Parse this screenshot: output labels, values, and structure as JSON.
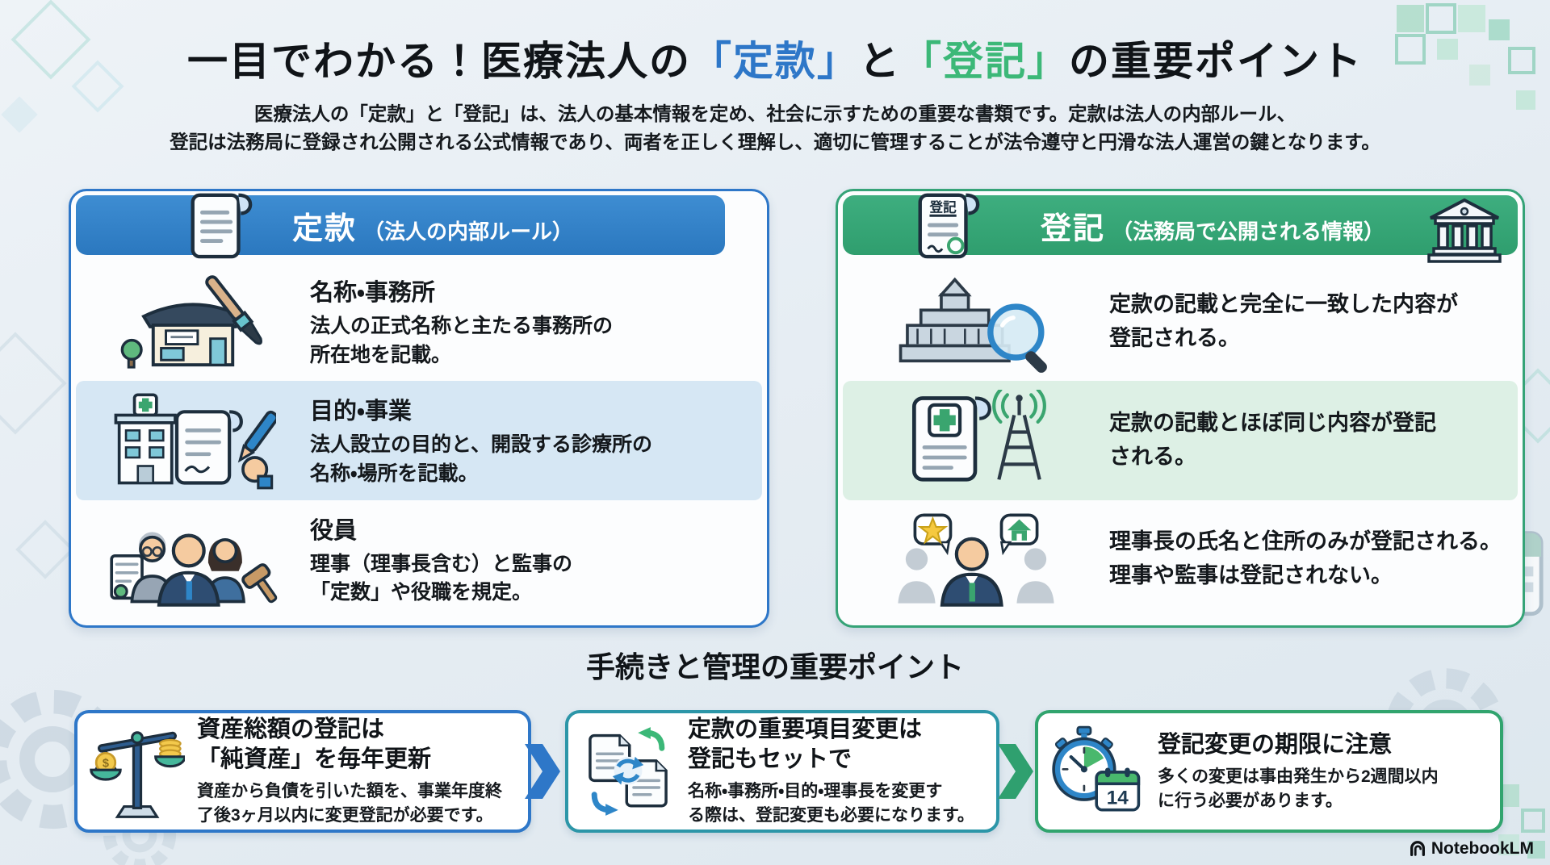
{
  "page": {
    "title": {
      "part1": "一目でわかる！医療法人の",
      "part2": "「定款」",
      "part3": "と",
      "part4": "「登記」",
      "part5": "の重要ポイント"
    },
    "subtitle": {
      "line1": "医療法人の「定款」と「登記」は、法人の基本情報を定め、社会に示すための重要な書類です。定款は法人の内部ルール、",
      "line2": "登記は法務局に登録され公開される公式情報であり、両者を正しく理解し、適切に管理することが法令遵守と円滑な法人運営の鍵となります。"
    }
  },
  "teikan_panel": {
    "header_title": "定款",
    "header_sub": "（法人の内部ルール）",
    "rows": [
      {
        "title": "名称・事務所",
        "body": "法人の正式名称と主たる事務所の\n所在地を記載。",
        "icon": "storefront-brush-icon"
      },
      {
        "title": "目的・事業",
        "body": "法人設立の目的と、開設する診療所の\n名称・場所を記載。",
        "icon": "hospital-writing-icon"
      },
      {
        "title": "役員",
        "body": "理事（理事長含む）と監事の\n「定数」や役職を規定。",
        "icon": "officers-gavel-icon"
      }
    ]
  },
  "touki_panel": {
    "header_title": "登記",
    "header_sub": "（法務局で公開される情報）",
    "scroll_label": "登記",
    "rows": [
      {
        "body": "定款の記載と完全に一致した内容が\n登記される。",
        "icon": "parliament-magnifier-icon"
      },
      {
        "body": "定款の記載とほぼ同じ内容が登記\nされる。",
        "icon": "scroll-antenna-icon"
      },
      {
        "body": "理事長の氏名と住所のみが登記される。\n理事や監事は登記されない。",
        "icon": "chairman-badges-icon"
      }
    ]
  },
  "procedure_section": {
    "title": "手続きと管理の重要ポイント",
    "boxes": [
      {
        "title": "資産総額の登記は\n「純資産」を毎年更新",
        "body": "資産から負債を引いた額を、事業年度終\n了後3ヶ月以内に変更登記が必要です。",
        "coin_symbol": "$",
        "icon": "balance-scale-icon"
      },
      {
        "title": "定款の重要項目変更は\n登記もセットで",
        "body": "名称・事務所・目的・理事長を変更す\nる際は、登記変更も必要になります。",
        "icon": "documents-sync-icon"
      },
      {
        "title": "登記変更の期限に注意",
        "body": "多くの変更は事由発生から2週間以内\nに行う必要があります。",
        "calendar_day": "14",
        "icon": "stopwatch-calendar-icon"
      }
    ]
  },
  "footer": {
    "brand": "NotebookLM"
  },
  "colors": {
    "accent_blue": "#2e77c8",
    "accent_green": "#3cb878",
    "panel_blue_border": "#2e77c8",
    "panel_green_border": "#35a377",
    "header_blue": "#2b78bf",
    "header_green": "#2f9e6e",
    "row_highlight_blue": "#d6e7f4",
    "row_highlight_green": "#ddf0e5",
    "box_blue_border": "#2e77c8",
    "box_teal_border": "#2c96a8",
    "box_green_border": "#31a46e",
    "background": "#e6edf3",
    "text_dark": "#14181c"
  }
}
